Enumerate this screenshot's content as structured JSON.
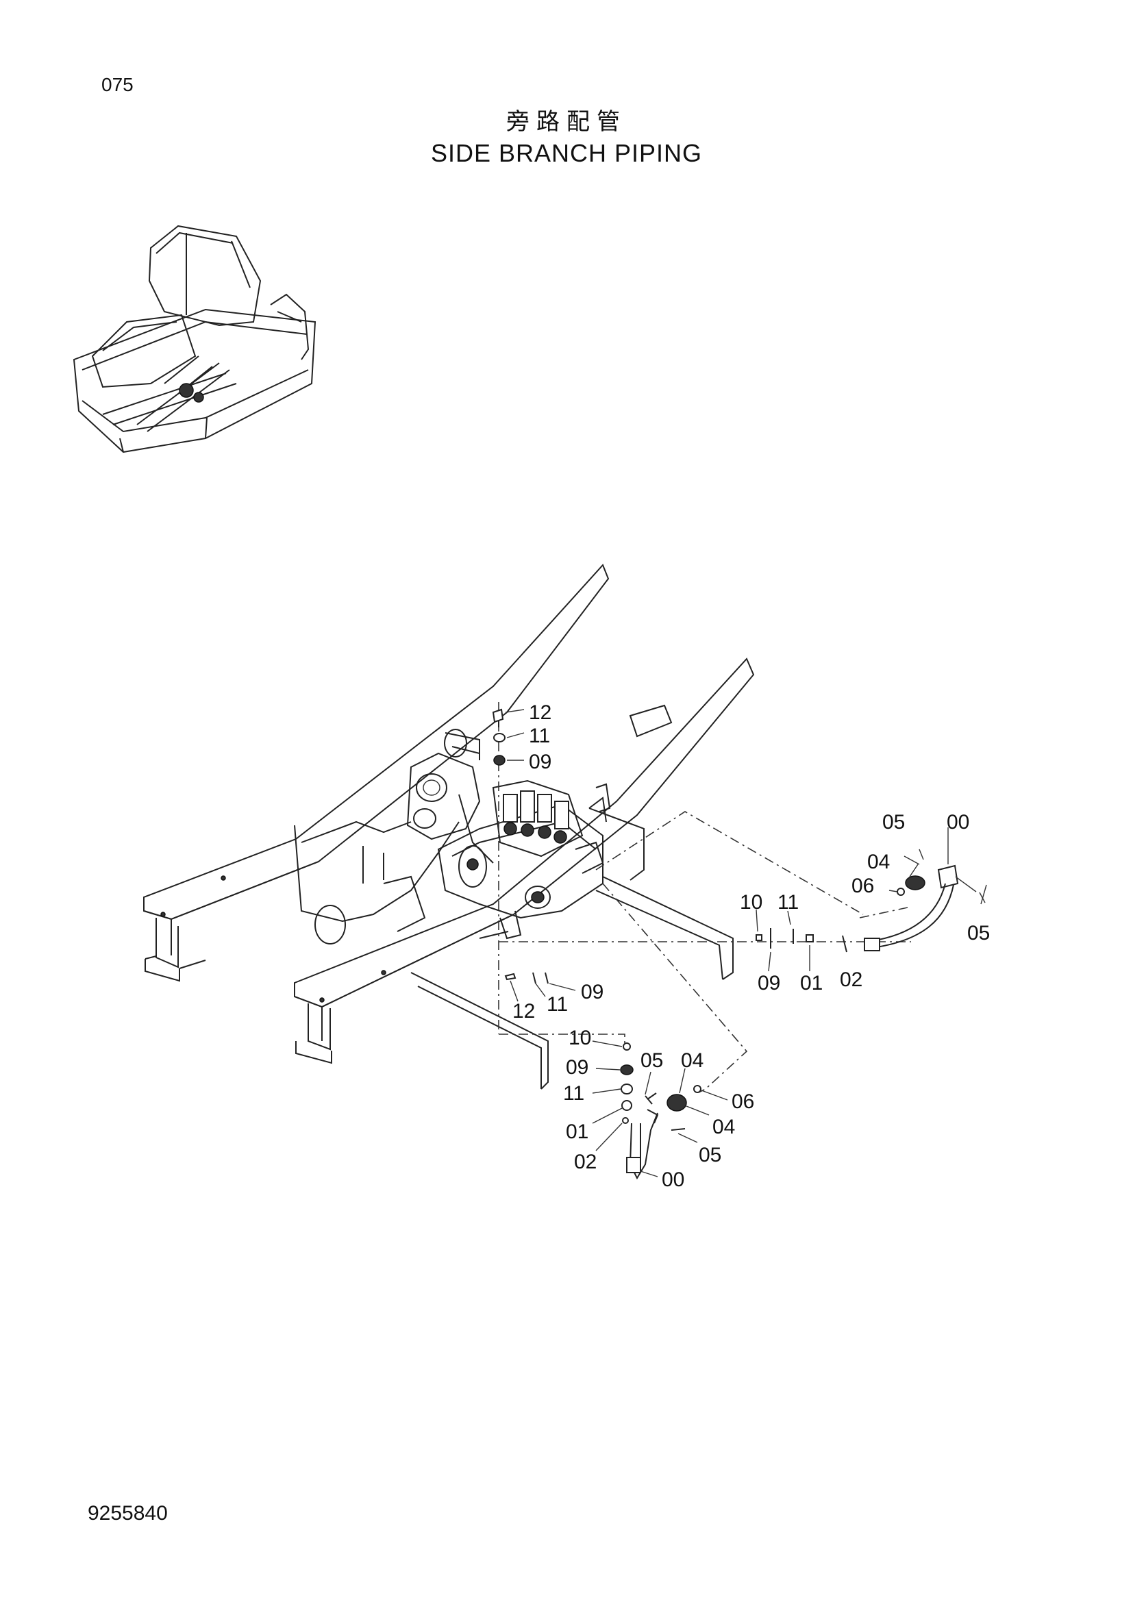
{
  "header": {
    "page_number": "075",
    "title_cn": "旁路配管",
    "title_en": "SIDE BRANCH PIPING"
  },
  "footer": {
    "doc_number": "9255840"
  },
  "diagram": {
    "overview_name": "machine-overview-icon",
    "callouts": {
      "upper_12": "12",
      "upper_11": "11",
      "upper_09": "09",
      "right_05_top": "05",
      "right_00_top": "00",
      "right_04": "04",
      "right_06": "06",
      "right_05_side": "05",
      "right_10": "10",
      "right_11": "11",
      "right_09": "09",
      "right_01": "01",
      "right_02": "02",
      "mid_09": "09",
      "mid_11": "11",
      "mid_12": "12",
      "lower_10": "10",
      "lower_09": "09",
      "lower_05": "05",
      "lower_04_top": "04",
      "lower_11": "11",
      "lower_06": "06",
      "lower_01": "01",
      "lower_04_side": "04",
      "lower_02": "02",
      "lower_05_side": "05",
      "lower_00": "00"
    }
  }
}
